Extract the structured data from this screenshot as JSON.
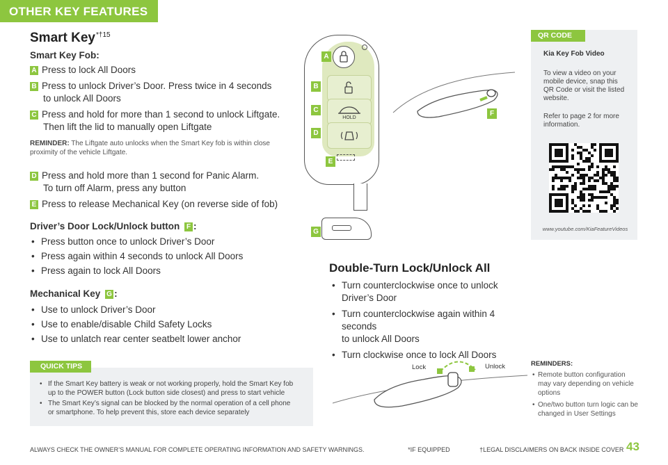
{
  "header_tab": "OTHER KEY FEATURES",
  "title": "Smart Key",
  "title_sup": "*†15",
  "fob_heading": "Smart Key Fob:",
  "fob_items": [
    {
      "badge": "A",
      "lines": [
        "Press to lock All Doors"
      ]
    },
    {
      "badge": "B",
      "lines": [
        "Press to unlock Driver’s Door. Press twice in 4 seconds",
        "to unlock All Doors"
      ]
    },
    {
      "badge": "C",
      "lines": [
        "Press and hold for more than 1 second to unlock Liftgate.",
        "Then lift the lid to manually open Liftgate"
      ]
    }
  ],
  "reminder_label": "REMINDER:",
  "reminder_text": " The Liftgate auto unlocks when the Smart Key fob is within close",
  "reminder_text2": "proximity of the vehicle Liftgate.",
  "fob_items2": [
    {
      "badge": "D",
      "lines": [
        "Press and hold more than 1 second for Panic Alarm.",
        "To turn off Alarm, press any button"
      ]
    },
    {
      "badge": "E",
      "lines": [
        "Press to release Mechanical Key (on reverse side of fob)"
      ]
    }
  ],
  "door_heading": "Driver’s Door Lock/Unlock button",
  "door_badge": "F",
  "door_bullets": [
    "Press button once to unlock Driver’s Door",
    "Press again within 4 seconds to unlock All Doors",
    "Press again to lock All Doors"
  ],
  "mech_heading": "Mechanical Key",
  "mech_badge": "G",
  "mech_bullets": [
    "Use to unlock Driver’s Door",
    "Use to enable/disable Child Safety Locks",
    "Use to unlatch rear center seatbelt lower anchor"
  ],
  "fob_labels": [
    "A",
    "B",
    "C",
    "D",
    "E",
    "F",
    "G"
  ],
  "hold_text": "HOLD",
  "qr": {
    "tab": "QR CODE",
    "title": "Kia Key Fob Video",
    "text1": "To view a video on your mobile device, snap this QR Code or visit the listed website.",
    "text2": "Refer to page 2 for more information.",
    "url": "www.youtube.com/KiaFeatureVideos"
  },
  "double_turn": {
    "title": "Double-Turn Lock/Unlock All",
    "bullets": [
      [
        "Turn counterclockwise once to unlock",
        "Driver’s Door"
      ],
      [
        "Turn counterclockwise again within 4 seconds",
        "to unlock All Doors"
      ],
      [
        "Turn clockwise once to lock All Doors"
      ]
    ],
    "lock_label": "Lock",
    "unlock_label": "Unlock"
  },
  "quick_tips": {
    "tab": "QUICK TIPS",
    "items": [
      [
        "If the Smart Key battery is weak or not working properly, hold the Smart Key fob",
        "up to the POWER button (Lock button side closest) and press to start vehicle"
      ],
      [
        "The Smart Key’s signal can be blocked by the normal operation of a cell phone",
        "or smartphone. To help prevent this, store each device separately"
      ]
    ]
  },
  "reminders": {
    "heading": "REMINDERS:",
    "items": [
      [
        "Remote button configuration",
        "may vary depending on vehicle",
        "options"
      ],
      [
        "One/two button turn logic can be",
        "changed in User Settings"
      ]
    ]
  },
  "footer": {
    "left": "ALWAYS CHECK THE OWNER’S MANUAL FOR COMPLETE OPERATING INFORMATION AND SAFETY WARNINGS.",
    "mid": "*IF EQUIPPED",
    "right": "†LEGAL DISCLAIMERS ON BACK INSIDE COVER"
  },
  "page_number": "43",
  "colors": {
    "accent": "#8dc63f",
    "panel": "#eef0f2"
  }
}
